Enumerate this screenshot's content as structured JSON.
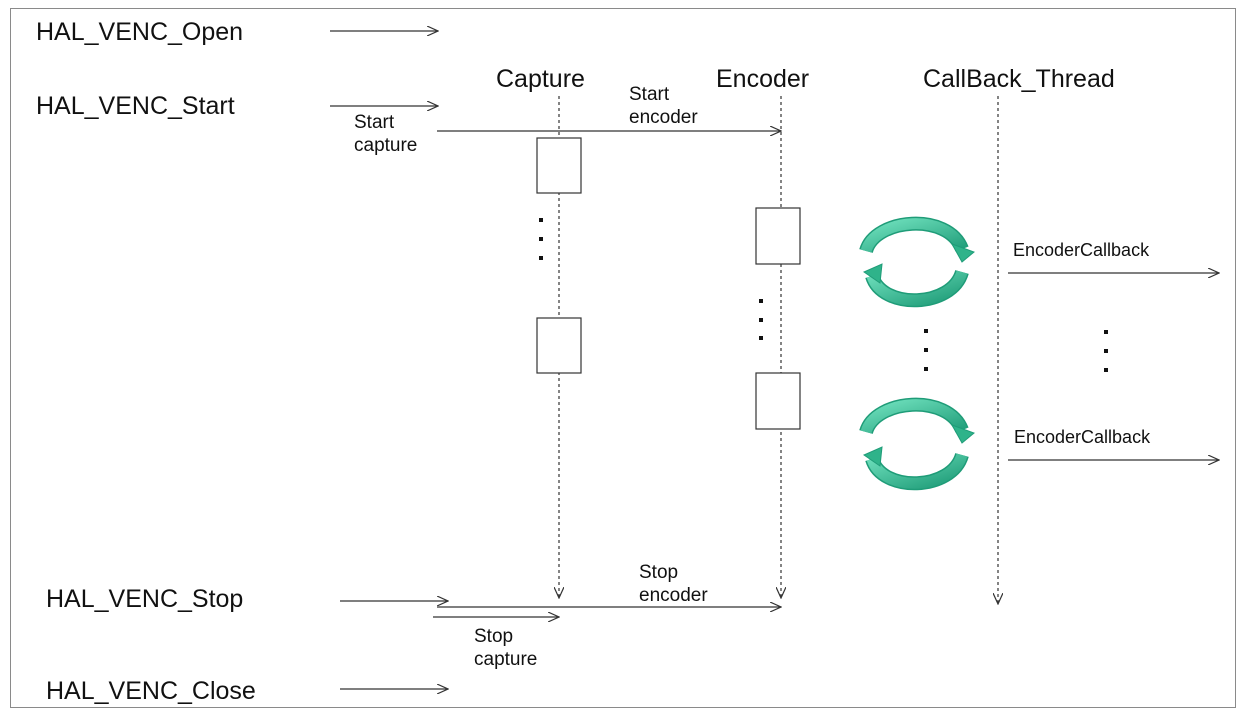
{
  "api_calls": {
    "open": "HAL_VENC_Open",
    "start": "HAL_VENC_Start",
    "stop": "HAL_VENC_Stop",
    "close": "HAL_VENC_Close"
  },
  "lifelines": {
    "capture": "Capture",
    "encoder": "Encoder",
    "callback_thread": "CallBack_Thread"
  },
  "messages": {
    "start_capture": [
      "Start",
      "capture"
    ],
    "start_encoder": [
      "Start",
      "encoder"
    ],
    "stop_capture": [
      "Stop",
      "capture"
    ],
    "stop_encoder": [
      "Stop",
      "encoder"
    ],
    "encoder_callback_1": "EncoderCallback",
    "encoder_callback_2": "EncoderCallback"
  },
  "colors": {
    "loop_arrow": "#2fb38a",
    "line": "#333333",
    "frame": "#8a8a8a"
  }
}
